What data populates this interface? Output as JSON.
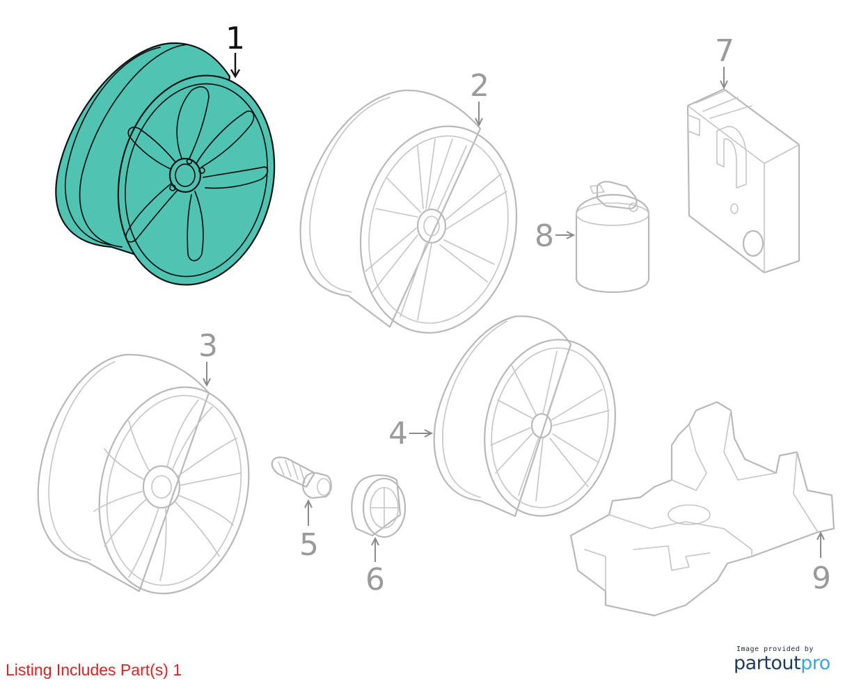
{
  "diagram": {
    "parts": [
      {
        "number": "1",
        "name": "wheel-rim-highlighted",
        "highlighted": true
      },
      {
        "number": "2",
        "name": "wheel-rim-v-spoke",
        "highlighted": false
      },
      {
        "number": "3",
        "name": "wheel-rim-multi-spoke",
        "highlighted": false
      },
      {
        "number": "4",
        "name": "wheel-rim-double-spoke",
        "highlighted": false
      },
      {
        "number": "5",
        "name": "wheel-bolt",
        "highlighted": false
      },
      {
        "number": "6",
        "name": "hub-cap",
        "highlighted": false
      },
      {
        "number": "7",
        "name": "tire-inflator-compressor",
        "highlighted": false
      },
      {
        "number": "8",
        "name": "tire-sealant-bottle",
        "highlighted": false
      },
      {
        "number": "9",
        "name": "foam-tray-insert",
        "highlighted": false
      }
    ],
    "highlight_color": "#4fc4b2",
    "line_color": "#b8b8b8"
  },
  "footer": {
    "listing_note": "Listing Includes Part(s) 1",
    "listing_color": "#e01f1f"
  },
  "brand": {
    "provided_by": "Image provided by",
    "name_part1": "partout",
    "name_part2": "pro"
  }
}
